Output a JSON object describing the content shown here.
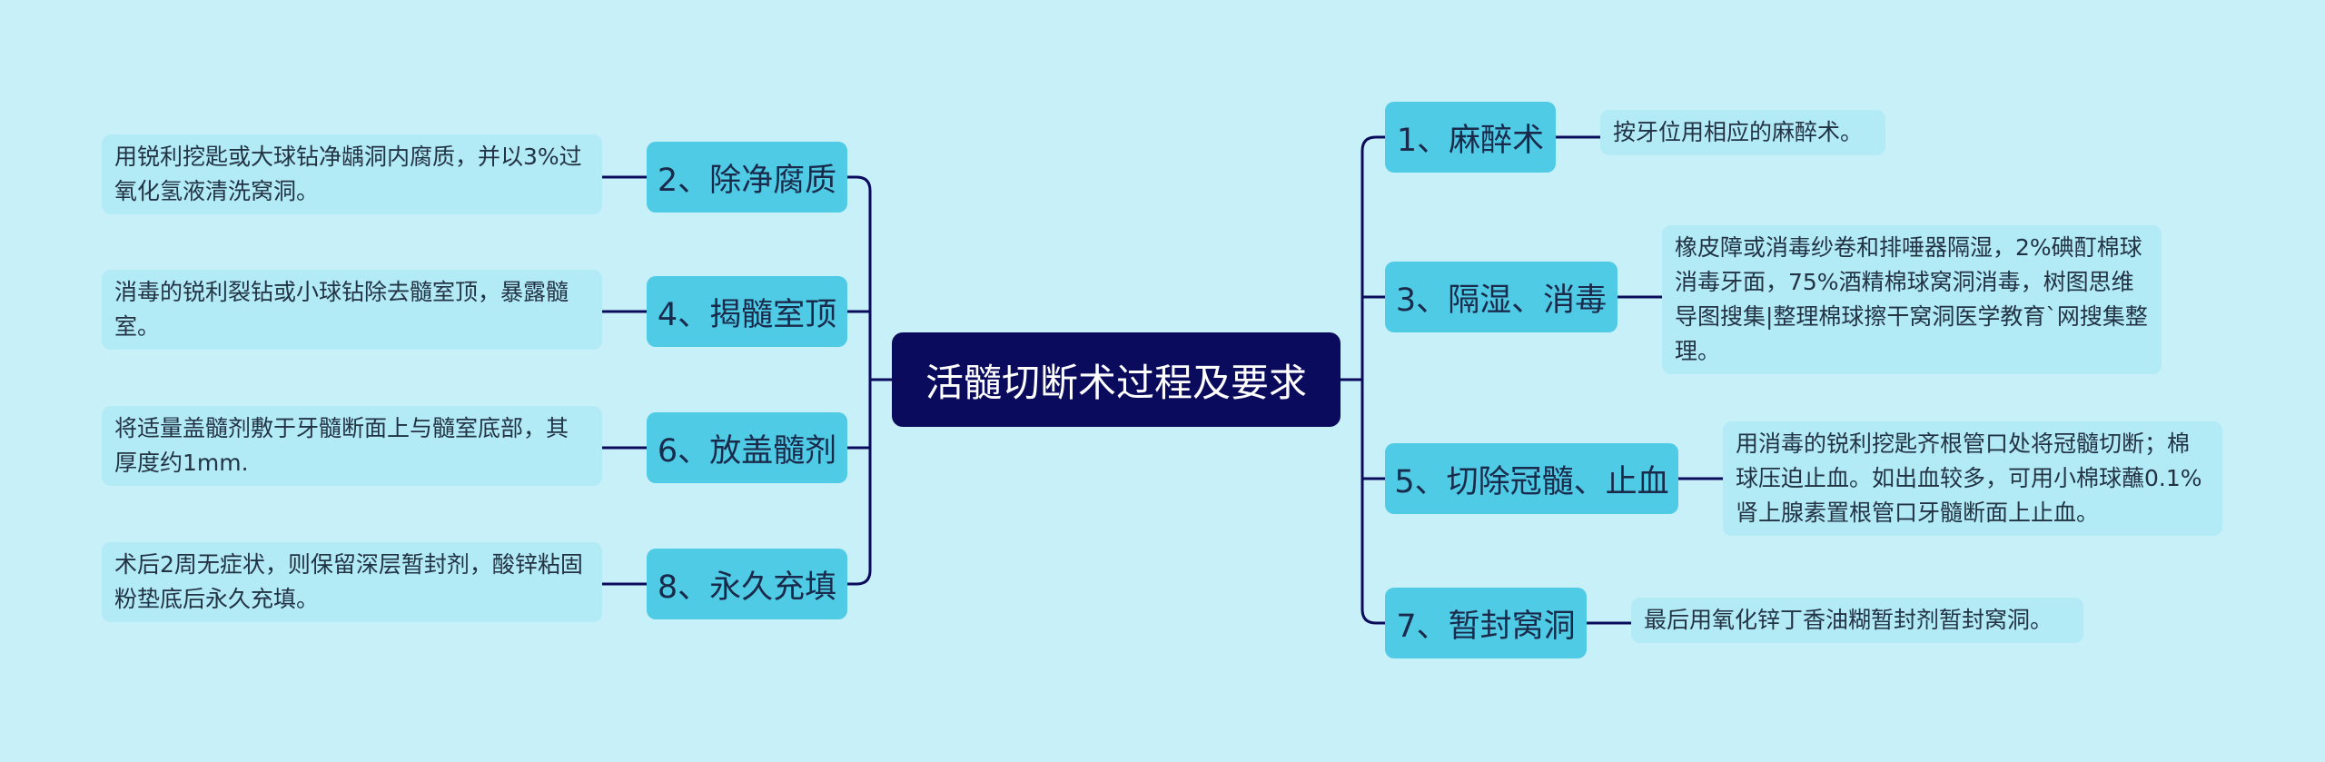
{
  "root": {
    "title": "活髓切断术过程及要求"
  },
  "colors": {
    "background": "#c8f0f8",
    "root": "#0b0b5e",
    "branch": "#4fcbe6",
    "leaf": "#b2eaf6",
    "line": "#0b0b5e"
  },
  "left_branches": [
    {
      "label": "2、除净腐质",
      "detail": "用锐利挖匙或大球钻净龋洞内腐质，并以3%过氧化氢液清洗窝洞。"
    },
    {
      "label": "4、揭髓室顶",
      "detail": "消毒的锐利裂钻或小球钻除去髓室顶，暴露髓室。"
    },
    {
      "label": "6、放盖髓剂",
      "detail": "将适量盖髓剂敷于牙髓断面上与髓室底部，其厚度约1mm."
    },
    {
      "label": "8、永久充填",
      "detail": "术后2周无症状，则保留深层暂封剂，酸锌粘固粉垫底后永久充填。"
    }
  ],
  "right_branches": [
    {
      "label": "1、麻醉术",
      "detail": "按牙位用相应的麻醉术。"
    },
    {
      "label": "3、隔湿、消毒",
      "detail": "橡皮障或消毒纱卷和排唾器隔湿，2%碘酊棉球消毒牙面，75%酒精棉球窝洞消毒，树图思维导图搜集|整理棉球擦干窝洞医学教育`网搜集整理。"
    },
    {
      "label": "5、切除冠髓、止血",
      "detail": "用消毒的锐利挖匙齐根管口处将冠髓切断；棉球压迫止血。如出血较多，可用小棉球蘸0.1%肾上腺素置根管口牙髓断面上止血。"
    },
    {
      "label": "7、暂封窝洞",
      "detail": "最后用氧化锌丁香油糊暂封剂暂封窝洞。"
    }
  ]
}
